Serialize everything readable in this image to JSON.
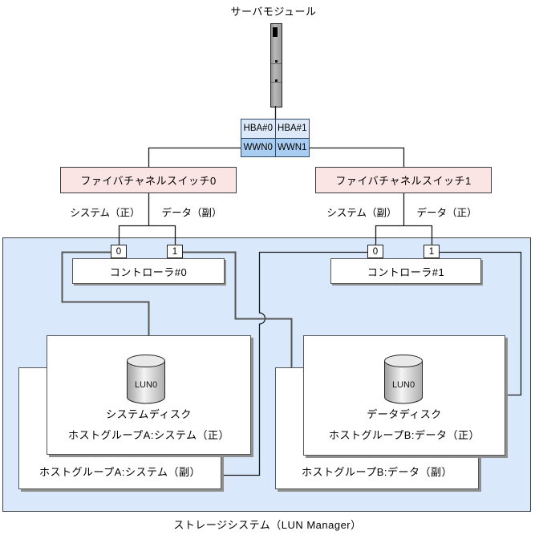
{
  "server_module": {
    "label": "サーバモジュール"
  },
  "hba": {
    "rows": [
      [
        "HBA#0",
        "HBA#1"
      ],
      [
        "WWN0",
        "WWN1"
      ]
    ]
  },
  "switches": [
    {
      "label": "ファイバチャネルスイッチ0"
    },
    {
      "label": "ファイバチャネルスイッチ1"
    }
  ],
  "path_labels": {
    "switch0_left": "システム（正）",
    "switch0_right": "データ（副）",
    "switch1_left": "システム（副）",
    "switch1_right": "データ（正）"
  },
  "storage": {
    "caption": "ストレージシステム（LUN Manager）",
    "controllers": [
      {
        "label": "コントローラ#0",
        "ports": [
          "0",
          "1"
        ]
      },
      {
        "label": "コントローラ#1",
        "ports": [
          "0",
          "1"
        ]
      }
    ],
    "disk_groups": [
      {
        "lun": "LUN0",
        "disk": "システムディスク",
        "primary": "ホストグループA:システム（正）",
        "secondary": "ホストグループA:システム（副）"
      },
      {
        "lun": "LUN0",
        "disk": "データディスク",
        "primary": "ホストグループB:データ（正）",
        "secondary": "ホストグループB:データ（副）"
      }
    ]
  },
  "colors": {
    "storage_fill": "#d9e9fb",
    "switch_fill": "#fbe5e4",
    "hba_fill": "#dde9f8",
    "wwn_fill": "#a9cdf1",
    "line": "#1a1a1a",
    "box_border": "#4a4a4a"
  }
}
